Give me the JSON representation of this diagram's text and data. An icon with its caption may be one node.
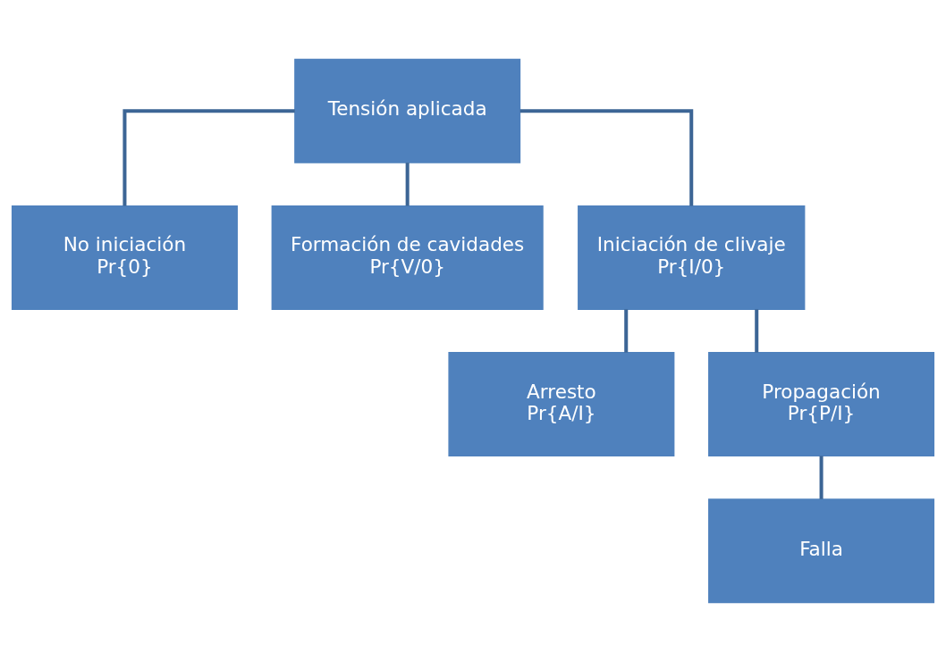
{
  "diagram": {
    "nodes": [
      {
        "text": [
          "Tensión aplicada"
        ]
      },
      {
        "text": [
          "No iniciación",
          "Pr{0}"
        ]
      },
      {
        "text": [
          "Formación de cavidades",
          "Pr{V/0}"
        ]
      },
      {
        "text": [
          "Iniciación de clivaje",
          "Pr{I/0}"
        ]
      },
      {
        "text": [
          "Arresto",
          "Pr{A/I}"
        ]
      },
      {
        "text": [
          "Propagación",
          "Pr{P/I}"
        ]
      },
      {
        "text": [
          "Falla"
        ]
      }
    ],
    "edges": [
      {
        "from": 0,
        "to": 1,
        "arrow": "none"
      },
      {
        "from": 0,
        "to": 2,
        "arrow": "none"
      },
      {
        "from": 0,
        "to": 3,
        "arrow": "none"
      },
      {
        "from": 3,
        "to": 4,
        "arrow": "none"
      },
      {
        "from": 3,
        "to": 5,
        "arrow": "none"
      },
      {
        "from": 5,
        "to": 6,
        "arrow": "none"
      }
    ]
  }
}
